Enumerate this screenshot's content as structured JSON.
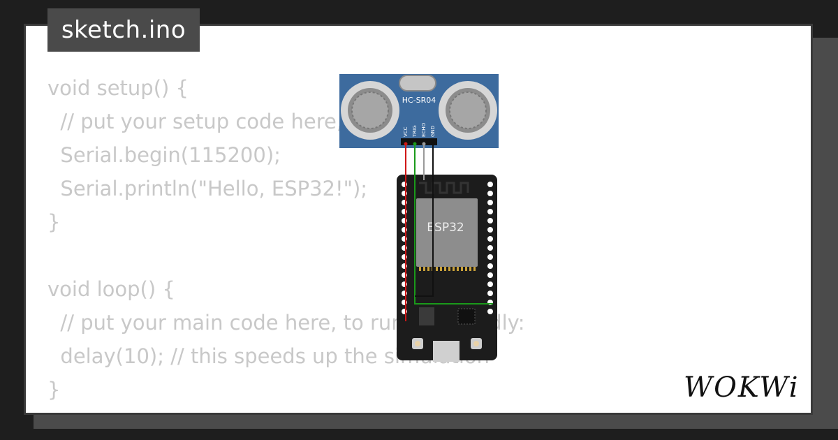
{
  "tab": {
    "label": "sketch.ino"
  },
  "code": {
    "lines": [
      "void setup() {",
      "  // put your setup code here, to run once:",
      "  Serial.begin(115200);",
      "  Serial.println(\"Hello, ESP32!\");",
      "}",
      "",
      "void loop() {",
      "  // put your main code here, to run repeatedly:",
      "  delay(10); // this speeds up the simulation",
      "}"
    ]
  },
  "sensor": {
    "model": "HC-SR04",
    "pins": [
      "VCC",
      "TRIG",
      "ECHO",
      "GND"
    ]
  },
  "board": {
    "label": "ESP32"
  },
  "wires": {
    "vcc": "#d01616",
    "trig": "#1a9a1a",
    "echo": "#9a9a9a",
    "gnd": "#111111"
  },
  "brand": {
    "logo": "WOKWi"
  },
  "colors": {
    "background": "#1e1e1e",
    "tab": "#4a4a4a",
    "code_text": "#c8c8c8",
    "sensor_board": "#3d6b9e",
    "esp_board": "#1c1c1c"
  }
}
